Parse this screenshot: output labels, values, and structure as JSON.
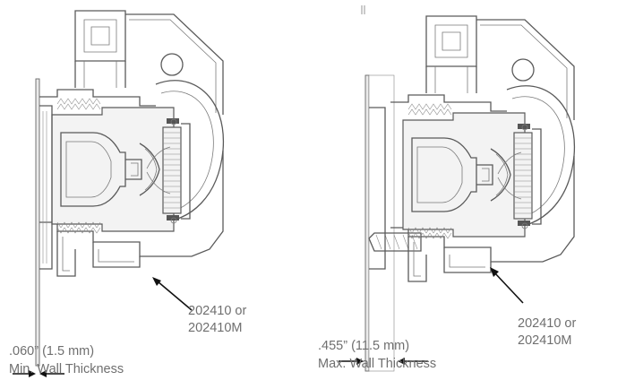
{
  "left": {
    "part_label_line1": "202410 or",
    "part_label_line2": "202410M",
    "dimension": ".060” (1.5 mm)",
    "caption": "Min. Wall Thickness"
  },
  "right": {
    "part_label_line1": "202410 or",
    "part_label_line2": "202410M",
    "dimension": ".455” (11.5 mm)",
    "caption": "Max. Wall Thickness"
  }
}
